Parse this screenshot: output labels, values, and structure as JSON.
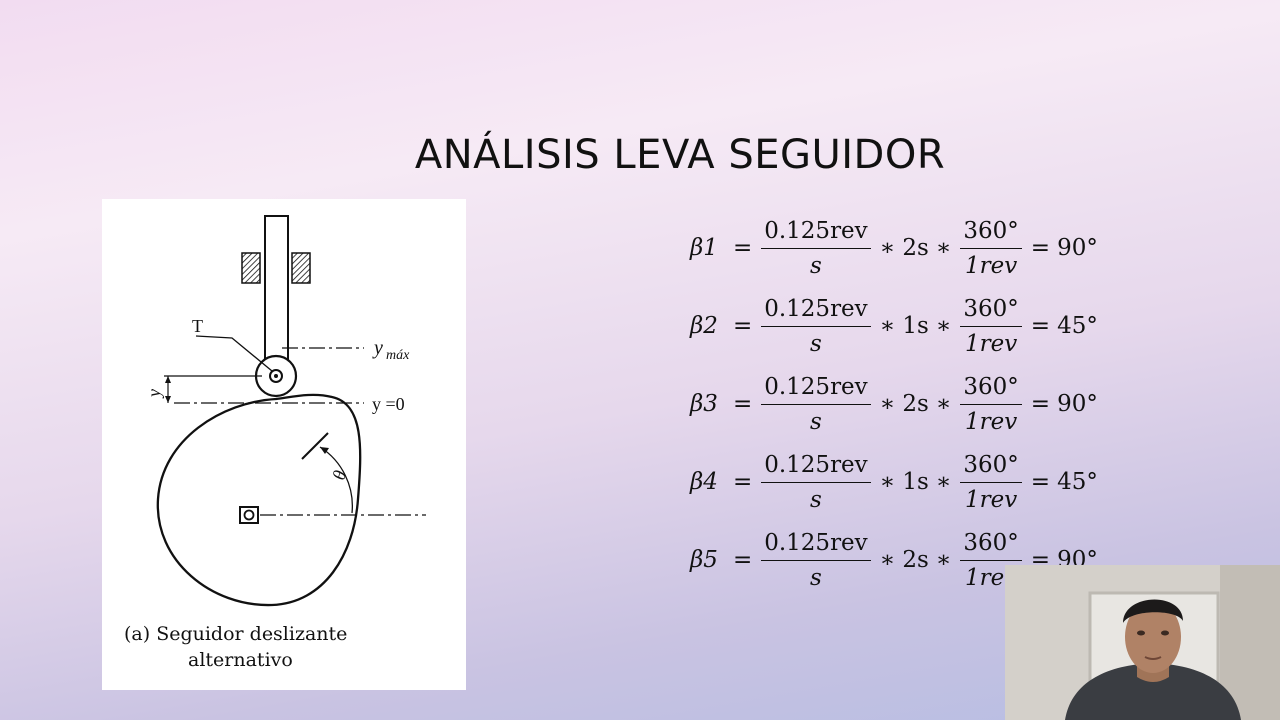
{
  "slide": {
    "title": "ANÁLISIS LEVA SEGUIDOR"
  },
  "diagram": {
    "label_T": "T",
    "label_y": "y",
    "label_ymax_main": "y",
    "label_ymax_sub": "máx",
    "label_y0": "y =0",
    "label_theta": "θ",
    "caption_line1": "(a) Seguidor deslizante",
    "caption_line2": "alternativo"
  },
  "equations": [
    {
      "lhs": "β1",
      "num1": "0.125rev",
      "den1": "s",
      "time": "2s",
      "num2": "360°",
      "den2": "1rev",
      "result": "90°"
    },
    {
      "lhs": "β2",
      "num1": "0.125rev",
      "den1": "s",
      "time": "1s",
      "num2": "360°",
      "den2": "1rev",
      "result": "45°"
    },
    {
      "lhs": "β3",
      "num1": "0.125rev",
      "den1": "s",
      "time": "2s",
      "num2": "360°",
      "den2": "1rev",
      "result": "90°"
    },
    {
      "lhs": "β4",
      "num1": "0.125rev",
      "den1": "s",
      "time": "1s",
      "num2": "360°",
      "den2": "1rev",
      "result": "45°"
    },
    {
      "lhs": "β5",
      "num1": "0.125rev",
      "den1": "s",
      "time": "2s",
      "num2": "360°",
      "den2": "1rev",
      "result": "90°"
    }
  ],
  "operators": {
    "eq": "=",
    "mul": "∗"
  }
}
